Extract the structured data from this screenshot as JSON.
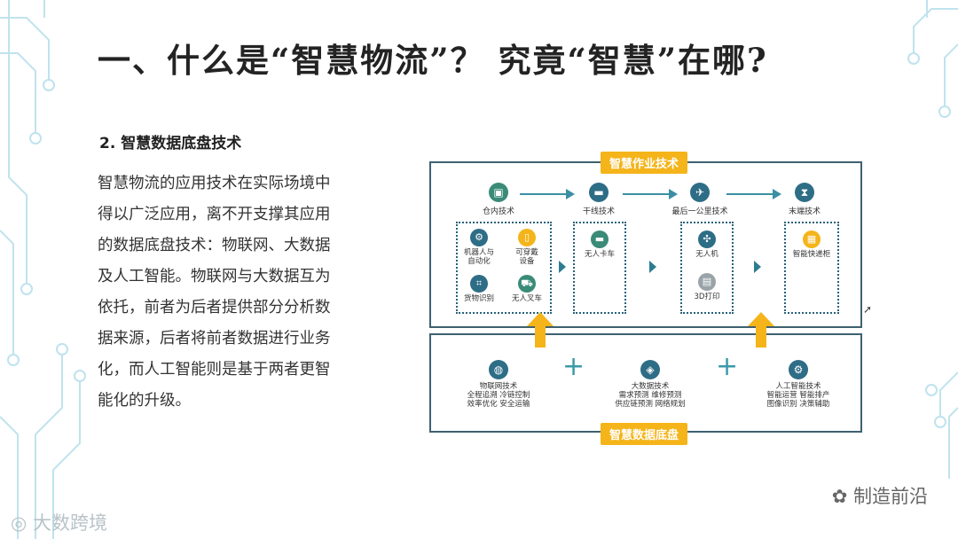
{
  "slide": {
    "title": "一、什么是“智慧物流”？  究竟“智慧”在哪?",
    "subtitle": "2.  智慧数据底盘技术",
    "body_lines": [
      "智慧物流的应用技术在实际场境中",
      "得以广泛应用，离不开支撑其应用",
      "的数据底盘技术：物联网、大数据",
      "及人工智能。物联网与大数据互为",
      "依托，前者为后者提供部分分析数",
      "据来源，后者将前者数据进行业务",
      "化，而人工智能则是基于两者更智",
      "能化的升级。"
    ]
  },
  "diagram": {
    "top_tag": "智慧作业技术",
    "bottom_tag": "智慧数据底盘",
    "stages": [
      "仓内技术",
      "干线技术",
      "最后一公里技术",
      "末端技术"
    ],
    "warehouse_items": [
      "机器人与\n自动化",
      "可穿戴\n设备",
      "货物识别",
      "无人叉车"
    ],
    "trunk_items": [
      "无人卡车"
    ],
    "lastmile_items": [
      "无人机",
      "3D打印"
    ],
    "terminal_items": [
      "智能快递柜"
    ],
    "base": [
      {
        "title": "物联网技术",
        "line1": "全程追溯  冷链控制",
        "line2": "效率优化  安全运输"
      },
      {
        "title": "大数据技术",
        "line1": "需求预测  维修预测",
        "line2": "供应链预测  网络规划"
      },
      {
        "title": "人工智能技术",
        "line1": "智能运营  智能排产",
        "line2": "图像识别  决策辅助"
      }
    ],
    "colors": {
      "frame": "#3e6170",
      "tag": "#f4b41a",
      "accent": "#3b8fa3"
    }
  },
  "watermarks": {
    "right": "制造前沿",
    "left": "大数跨境"
  }
}
